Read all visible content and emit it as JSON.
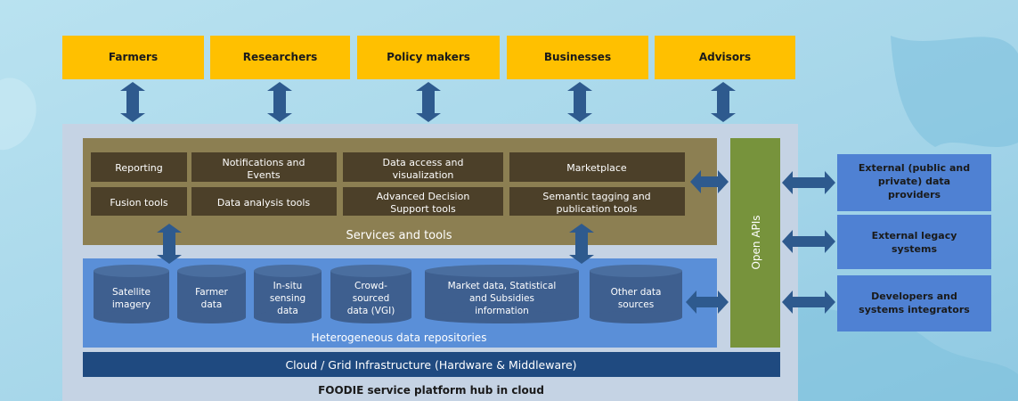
{
  "users": [
    "Farmers",
    "Researchers",
    "Policy makers",
    "Businesses",
    "Advisors"
  ],
  "services": {
    "title": "Services and tools",
    "tools": [
      [
        "Reporting"
      ],
      [
        "Notifications and",
        "Events"
      ],
      [
        "Data access and",
        "visualization"
      ],
      [
        "Marketplace"
      ],
      [
        "Fusion tools"
      ],
      [
        "Data analysis tools"
      ],
      [
        "Advanced Decision",
        "Support tools"
      ],
      [
        "Semantic tagging and",
        "publication tools"
      ]
    ]
  },
  "repositories": {
    "title": "Heterogeneous data repositories",
    "items": [
      [
        "Satellite",
        "imagery"
      ],
      [
        "Farmer",
        "data"
      ],
      [
        "In-situ",
        "sensing",
        "data"
      ],
      [
        "Crowd-",
        "sourced",
        "data (VGI)"
      ],
      [
        "Market data, Statistical",
        "and Subsidies",
        "information"
      ],
      [
        "Other data",
        "sources"
      ]
    ]
  },
  "cloud_label": "Cloud / Grid Infrastructure (Hardware & Middleware)",
  "platform_label": "FOODIE service platform hub in cloud",
  "open_apis_label": "Open APIs",
  "external": [
    [
      "External (public and",
      "private) data",
      "providers"
    ],
    [
      "External legacy",
      "systems"
    ],
    [
      "Developers and",
      "systems integrators"
    ]
  ],
  "colors": {
    "background": "#a9d8ea",
    "user_box": "#ffc000",
    "platform_panel": "#c5d3e4",
    "services_panel": "#8c7f52",
    "tool_box": "#4c4029",
    "repo_panel": "#5a8fd8",
    "cylinder": "#3e5f8f",
    "cloud_bar": "#1f4a80",
    "open_apis": "#77933c",
    "external_box": "#4f81d3",
    "arrow": "#2e5a8e"
  }
}
